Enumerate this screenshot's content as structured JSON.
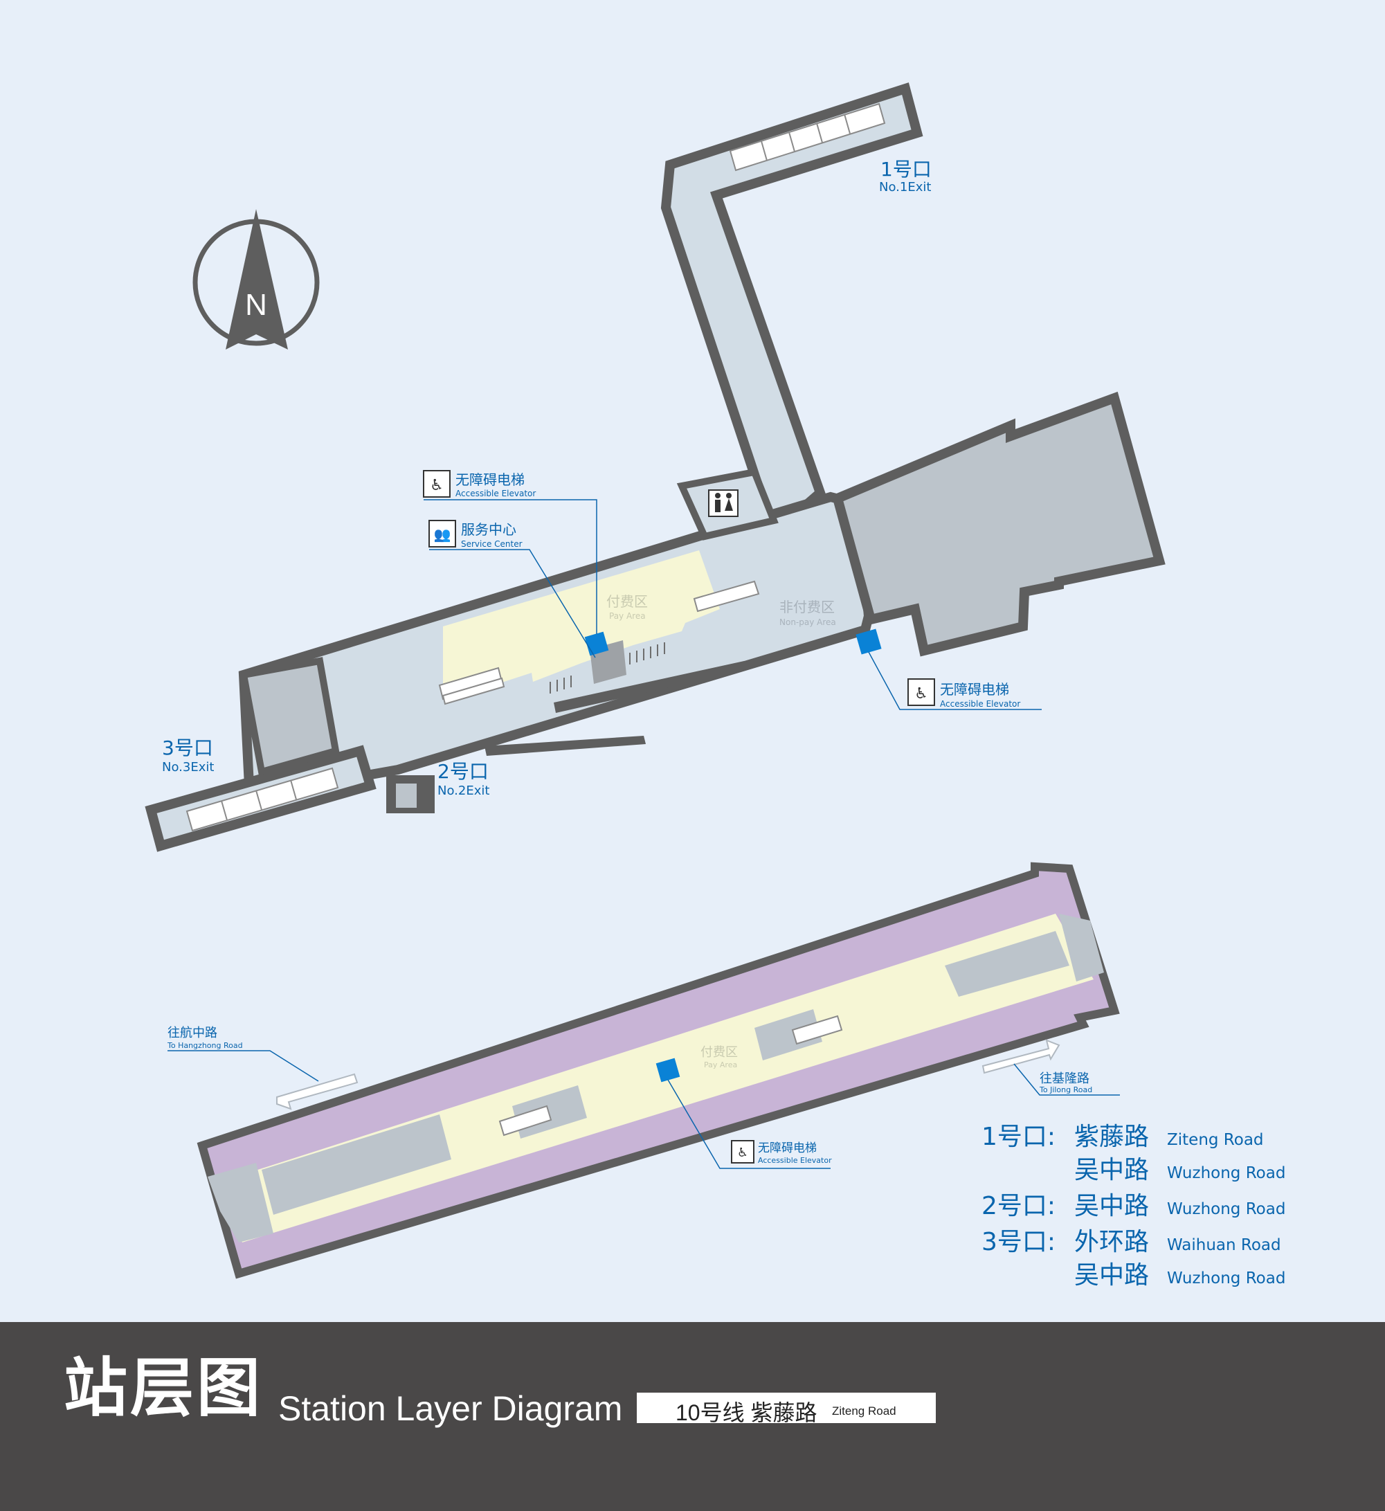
{
  "compass": {
    "letter": "N"
  },
  "exits": {
    "exit1": {
      "cn": "1号口",
      "en": "No.1Exit"
    },
    "exit2": {
      "cn": "2号口",
      "en": "No.2Exit"
    },
    "exit3": {
      "cn": "3号口",
      "en": "No.3Exit"
    }
  },
  "concourse": {
    "pay_area": {
      "cn": "付费区",
      "en": "Pay Area"
    },
    "non_pay_area": {
      "cn": "非付费区",
      "en": "Non-pay Area"
    },
    "accessible_elevator_1": {
      "cn": "无障碍电梯",
      "en": "Accessible Elevator"
    },
    "service_center": {
      "cn": "服务中心",
      "en": "Service Center"
    },
    "accessible_elevator_2": {
      "cn": "无障碍电梯",
      "en": "Accessible Elevator"
    }
  },
  "platform": {
    "pay_area": {
      "cn": "付费区",
      "en": "Pay Area"
    },
    "direction_left": {
      "cn": "往航中路",
      "en": "To Hangzhong Road"
    },
    "direction_right": {
      "cn": "往基隆路",
      "en": "To Jilong Road"
    },
    "accessible_elevator": {
      "cn": "无障碍电梯",
      "en": "Accessible Elevator"
    }
  },
  "exit_list": [
    {
      "label": "1号口:",
      "roads": [
        {
          "cn": "紫藤路",
          "en": "Ziteng Road"
        },
        {
          "cn": "吴中路",
          "en": "Wuzhong Road"
        }
      ]
    },
    {
      "label": "2号口:",
      "roads": [
        {
          "cn": "吴中路",
          "en": "Wuzhong Road"
        }
      ]
    },
    {
      "label": "3号口:",
      "roads": [
        {
          "cn": "外环路",
          "en": "Waihuan Road"
        },
        {
          "cn": "吴中路",
          "en": "Wuzhong Road"
        }
      ]
    }
  ],
  "footer": {
    "title_cn": "站层图",
    "title_en": "Station Layer Diagram",
    "line_label": "10号线 紫藤路",
    "station_en": "Ziteng Road"
  },
  "colors": {
    "background": "#e7eff9",
    "wall": "#5e5e5e",
    "corridor": "#d2dde6",
    "equipment": "#bcc4cb",
    "pay_area": "#f6f6d5",
    "track": "#c8b4d6",
    "accent_blue": "#0a65ad",
    "elevator_blue": "#0a82d6",
    "footer": "#4a4848"
  }
}
